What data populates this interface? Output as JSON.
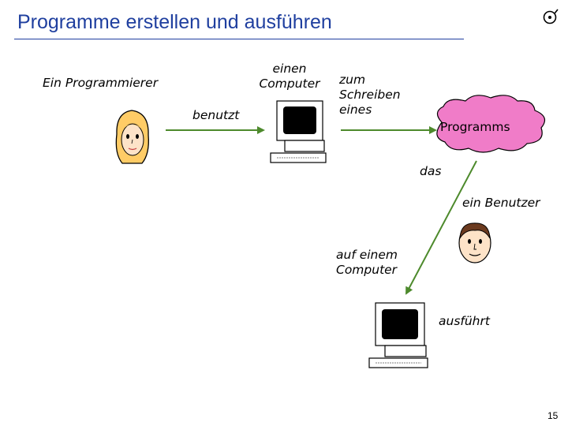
{
  "slide": {
    "title": "Programme erstellen und ausführen",
    "page_number": "15"
  },
  "labels": {
    "programmer": "Ein Programmierer",
    "uses": "benutzt",
    "computer_top_line1": "einen",
    "computer_top_line2": "Computer",
    "writing_line1": "zum",
    "writing_line2": "Schreiben",
    "writing_line3": "eines",
    "program": "Programms",
    "das": "das",
    "user": "ein Benutzer",
    "on_computer_line1": "auf einem",
    "on_computer_line2": "Computer",
    "executes": "ausführt"
  },
  "icons": {
    "logo": "eiffel-logo-icon",
    "programmer": "female-face-icon",
    "user": "male-face-icon",
    "computer": "computer-icon",
    "cloud": "cloud-icon"
  },
  "colors": {
    "title": "#1f3f9f",
    "arrow": "#4d8a2c",
    "cloud": "#f07cc8"
  }
}
